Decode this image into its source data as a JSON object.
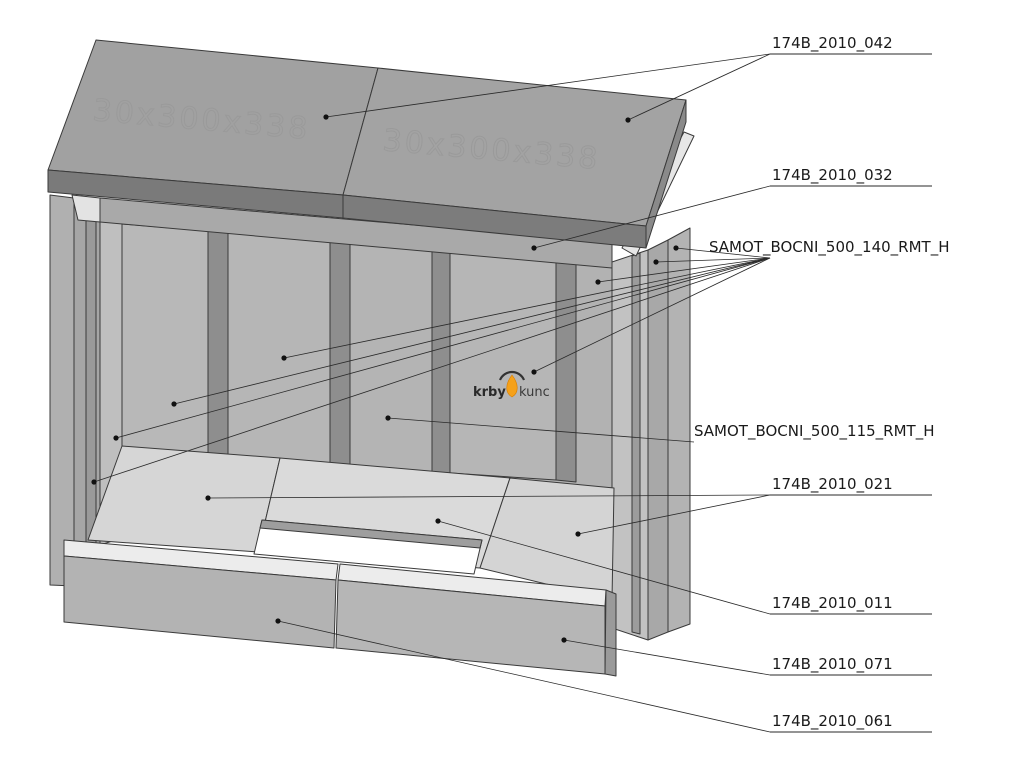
{
  "stamps": {
    "lid_left": "30x300x338",
    "lid_right": "30x300x338"
  },
  "logo": {
    "left": "krby",
    "right": "kunc",
    "flame_color": "#f5a11a"
  },
  "callouts": [
    {
      "id": "lid",
      "label": "174B_2010_042"
    },
    {
      "id": "lintel",
      "label": "174B_2010_032"
    },
    {
      "id": "side-140",
      "label": "SAMOT_BOCNI_500_140_RMT_H"
    },
    {
      "id": "side-115",
      "label": "SAMOT_BOCNI_500_115_RMT_H"
    },
    {
      "id": "floor-side",
      "label": "174B_2010_021"
    },
    {
      "id": "floor-center",
      "label": "174B_2010_011"
    },
    {
      "id": "front-right",
      "label": "174B_2010_071"
    },
    {
      "id": "front-left",
      "label": "174B_2010_061"
    }
  ]
}
